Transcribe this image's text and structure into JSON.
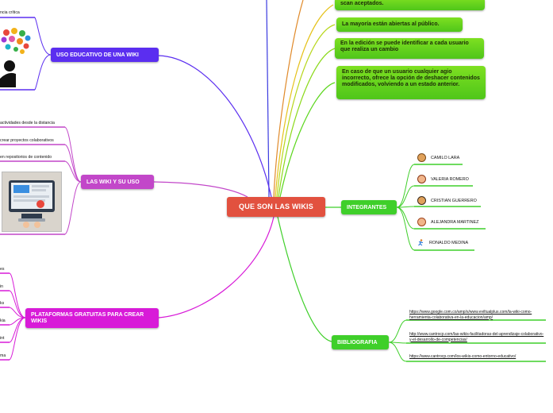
{
  "central": {
    "label": "QUE SON LAS WIKIS"
  },
  "colors": {
    "central": "#e2513f",
    "uso_educativo": "#5b2ef0",
    "wiki_uso": "#c247c9",
    "plataformas": "#d81bd8",
    "integrantes": "#3fcf2a",
    "bibliografia": "#3fcf2a",
    "cards": "#6ad11e"
  },
  "topics": {
    "uso_educativo": {
      "label": "USO EDUCATIVO DE UNA WIKI",
      "leaf": "ncia crítica"
    },
    "wiki_uso": {
      "label": "LAS WIKI Y SU USO",
      "leaves": [
        "actividades desde la distancia",
        "crear proyectos colaborativos",
        "en repositorios de contenido"
      ]
    },
    "plataformas": {
      "label": "PLATAFORMAS GRATUITAS PARA CREAR WIKIS",
      "leaves": [
        "es",
        "in",
        "ks",
        "kia",
        "int",
        "ma"
      ]
    },
    "integrantes": {
      "label": "INTEGRANTES",
      "members": [
        {
          "name": "CAMILO LARA",
          "icon": "man-avatar-icon"
        },
        {
          "name": "VALERIA ROMERO",
          "icon": "woman-avatar-icon"
        },
        {
          "name": "CRISTIAN GUERRERO",
          "icon": "man-avatar-icon"
        },
        {
          "name": "ALEJANDRA MARTINEZ",
          "icon": "woman-avatar-icon"
        },
        {
          "name": "RONALDO MEDINA",
          "icon": "running-person-icon"
        }
      ]
    },
    "bibliografia": {
      "label": "BIBLIOGRAFIA",
      "links": [
        "https://www.google.com.co/amp/s/www.eviltualplus.com/la-wiki-como-herramienta-colaborativa-en-la-educacion/amp/",
        "http://www.cantrocp.com/las-wikis-facilitadoras-del-aprendizaje-colaborativo-y-el-desarrollo-de-competencias/",
        "https://www.cantrocp.com/los-wikis-como-entorno-educativo/"
      ]
    }
  },
  "cards": [
    "scan aceptados.",
    "La mayoría están abiertas al público.",
    "En la edición se puede identificar a cada usuario que realiza un cambio",
    "En caso de que un usuario cualquier agio incorrecto, ofrece la opción de deshacer contenidos modificados, volviendo a un estado anterior."
  ]
}
